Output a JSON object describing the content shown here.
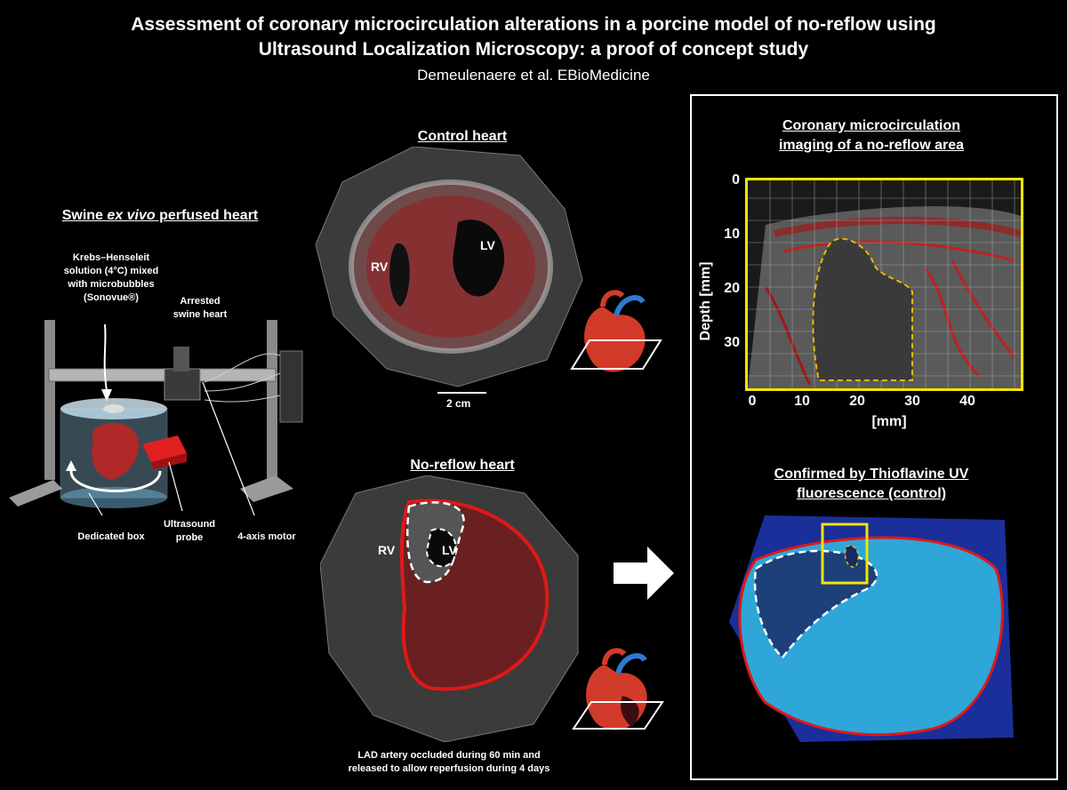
{
  "header": {
    "title_line1": "Assessment of coronary microcirculation alterations in a porcine model of no-reflow using",
    "title_line2": "Ultrasound Localization Microscopy: a proof of concept study",
    "citation": "Demeulenaere et al. EBioMedicine"
  },
  "setup": {
    "title_prefix": "Swine ",
    "title_italic": "ex vivo",
    "title_suffix": " perfused heart",
    "krebs_label_line1": "Krebs–Henseleit",
    "krebs_label_line2": "solution (4°C) mixed",
    "krebs_label_line3": "with microbubbles",
    "krebs_label_line4": "(Sonovue®)",
    "heart_label_line1": "Arrested",
    "heart_label_line2": "swine heart",
    "box_label": "Dedicated box",
    "probe_label_line1": "Ultrasound",
    "probe_label_line2": "probe",
    "motor_label": "4-axis motor"
  },
  "control": {
    "title": "Control heart",
    "rv": "RV",
    "lv": "LV",
    "scale": "2 cm"
  },
  "noreflow": {
    "title": "No-reflow heart",
    "rv": "RV",
    "lv": "LV",
    "caption_line1": "LAD artery occluded during 60 min and",
    "caption_line2": "released to allow reperfusion during 4 days"
  },
  "micro": {
    "title_line1": "Coronary microcirculation",
    "title_line2": "imaging of a no-reflow area",
    "ylabel": "Depth [mm]",
    "xlabel": "[mm]",
    "xticks": [
      "0",
      "10",
      "20",
      "30",
      "40"
    ],
    "yticks": [
      "0",
      "10",
      "20",
      "30"
    ]
  },
  "fluor": {
    "title_line1": "Confirmed by Thioflavine UV",
    "title_line2": "fluorescence (control)"
  },
  "colors": {
    "accent_red": "#e01818",
    "highlight_yellow": "#f5e400",
    "fluor_blue": "#2fa6d8"
  }
}
